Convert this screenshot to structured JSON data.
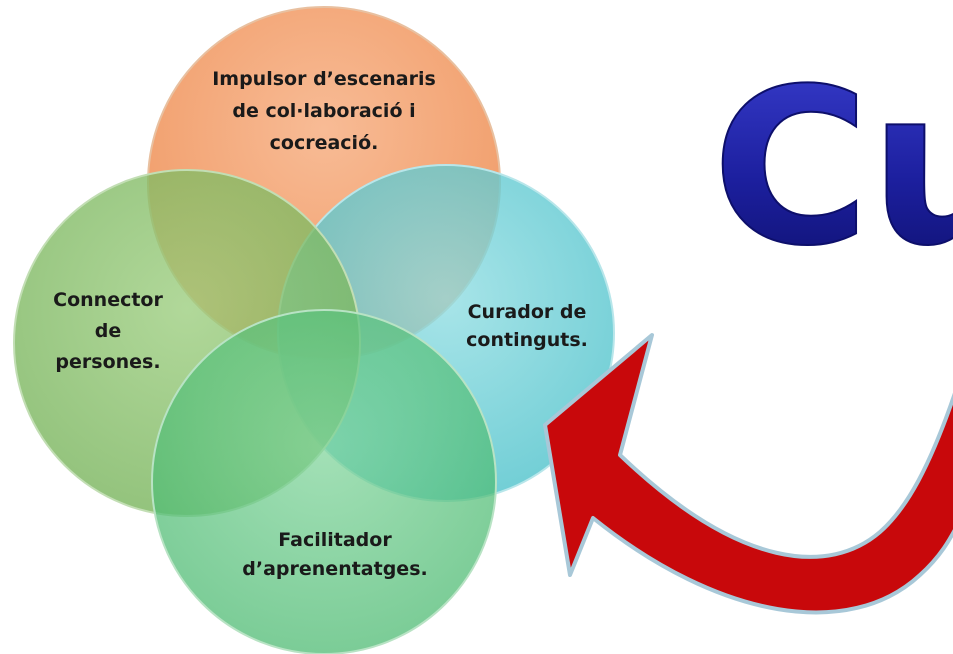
{
  "diagram": {
    "title": "Cu",
    "nodes": [
      {
        "id": "top",
        "lines": [
          "Impulsor d’escenaris",
          "de col·laboració i",
          "cocreació."
        ],
        "color": "#f39a63"
      },
      {
        "id": "left",
        "lines": [
          "Connector",
          "de",
          "persones."
        ],
        "color": "#7dbb5e"
      },
      {
        "id": "right",
        "lines": [
          "Curador de",
          "continguts."
        ],
        "color": "#54c8d0"
      },
      {
        "id": "bottom",
        "lines": [
          "Facilitador",
          "d’aprenentatges."
        ],
        "color": "#4cbf74"
      }
    ],
    "arrow_color": "#c8080b",
    "title_color": "#1c1f9e"
  }
}
